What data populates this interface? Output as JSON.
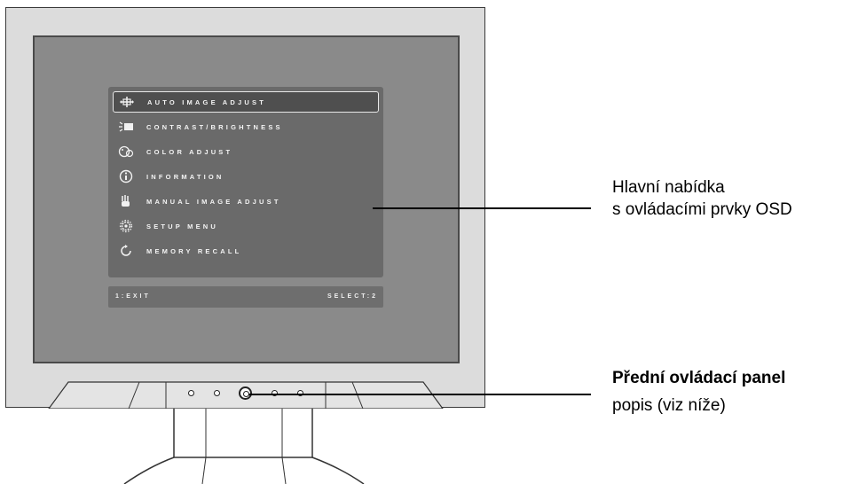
{
  "osd_menu": {
    "items": [
      {
        "label": "AUTO IMAGE ADJUST",
        "icon": "auto-adjust-icon",
        "selected": true
      },
      {
        "label": "CONTRAST/BRIGHTNESS",
        "icon": "brightness-icon",
        "selected": false
      },
      {
        "label": "COLOR ADJUST",
        "icon": "color-palette-icon",
        "selected": false
      },
      {
        "label": "INFORMATION",
        "icon": "info-icon",
        "selected": false
      },
      {
        "label": "MANUAL IMAGE ADJUST",
        "icon": "manual-adjust-icon",
        "selected": false
      },
      {
        "label": "SETUP MENU",
        "icon": "gear-icon",
        "selected": false
      },
      {
        "label": "MEMORY RECALL",
        "icon": "recall-icon",
        "selected": false
      }
    ],
    "footer": {
      "exit_label": "1:EXIT",
      "select_label": "SELECT:2"
    }
  },
  "callouts": {
    "main_menu": {
      "line1": "Hlavní nabídka",
      "line2": "s ovládacími prvky OSD"
    },
    "front_panel": {
      "title": "Přední ovládací panel",
      "subtitle": "popis (viz níže)"
    }
  }
}
